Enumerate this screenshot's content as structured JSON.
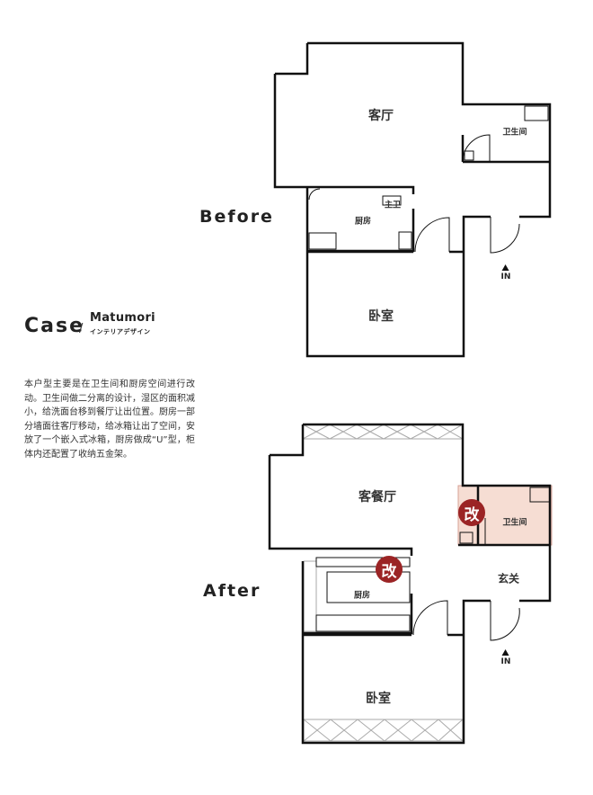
{
  "labels": {
    "before": "Before",
    "after": "After",
    "case": "Case",
    "slash": "/",
    "brand": "Matumori",
    "brand_sub": "インテリアデザイン"
  },
  "description": "本户型主要是在卫生间和厨房空间进行改动。卫生间做二分离的设计，湿区的面积减小，给洗面台移到餐厅让出位置。厨房一部分墙面往客厅移动，给冰箱让出了空间，安放了一个嵌入式冰箱，厨房做成“U”型，柜体内还配置了收纳五金架。",
  "before_rooms": {
    "living": "客厅",
    "bath": "卫生间",
    "master_bath": "主卫",
    "kitchen": "厨房",
    "bedroom": "卧室",
    "entry": "IN"
  },
  "after_rooms": {
    "living_dining": "客餐厅",
    "bath": "卫生间",
    "kitchen": "厨房",
    "foyer": "玄关",
    "bedroom": "卧室",
    "entry": "IN"
  },
  "badges": {
    "bath": "改",
    "kitchen": "改"
  },
  "colors": {
    "wall": "#111111",
    "highlight_fill": "#f6ddd3",
    "highlight_edge": "#d7a196",
    "badge": "#9b2425",
    "wardrobe": "#aaaaaa"
  },
  "icons": [
    "entry-arrow-icon"
  ]
}
